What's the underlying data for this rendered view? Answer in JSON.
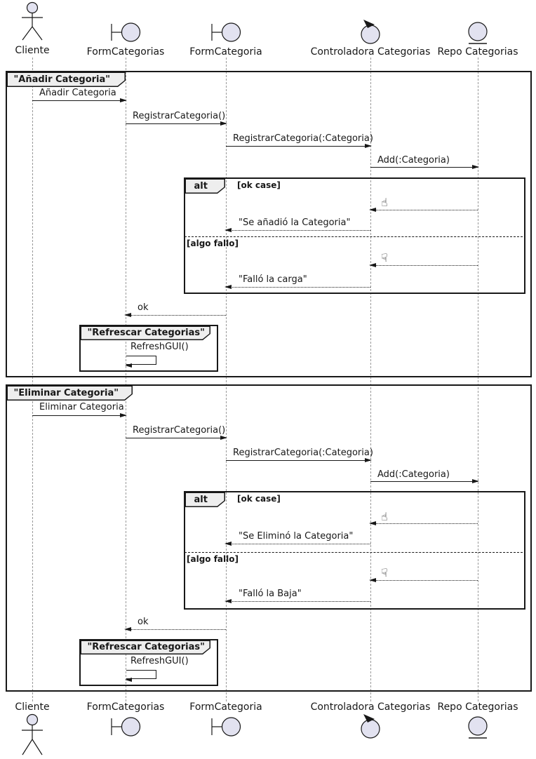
{
  "colors": {
    "line": "#181818",
    "icon_fill": "#E2E2F0",
    "frame_tab_bg": "#EEEEEE",
    "lifeline": "#999999",
    "background": "#FFFFFF"
  },
  "participants": [
    {
      "label": "Cliente",
      "type": "actor"
    },
    {
      "label": "FormCategorias",
      "type": "boundary"
    },
    {
      "label": "FormCategoria",
      "type": "boundary"
    },
    {
      "label": "Controladora Categorias",
      "type": "control"
    },
    {
      "label": "Repo Categorias",
      "type": "entity"
    }
  ],
  "icons": {
    "thumb_up_glyph": "☝",
    "thumb_down_glyph": "☟"
  },
  "sections": [
    {
      "title": "\"Añadir Categoria\"",
      "messages": {
        "request": "Añadir Categoria",
        "registrar": "RegistrarCategoria()",
        "registrar_param": "RegistrarCategoria(:Categoria)",
        "add": "Add(:Categoria)",
        "success": "\"Se añadió la Categoria\"",
        "failure": "\"Falló la carga\"",
        "ok": "ok",
        "refresh": "RefreshGUI()"
      },
      "alt": {
        "operator": "alt",
        "guard_ok": "[ok case]",
        "guard_fail": "[algo fallo]"
      },
      "refresh_frame_title": "\"Refrescar Categorias\""
    },
    {
      "title": "\"Eliminar Categoria\"",
      "messages": {
        "request": "Eliminar Categoria",
        "registrar": "RegistrarCategoria()",
        "registrar_param": "RegistrarCategoria(:Categoria)",
        "add": "Add(:Categoria)",
        "success": "\"Se Eliminó la Categoria\"",
        "failure": "\"Falló la Baja\"",
        "ok": "ok",
        "refresh": "RefreshGUI()"
      },
      "alt": {
        "operator": "alt",
        "guard_ok": "[ok case]",
        "guard_fail": "[algo fallo]"
      },
      "refresh_frame_title": "\"Refrescar Categorias\""
    }
  ]
}
